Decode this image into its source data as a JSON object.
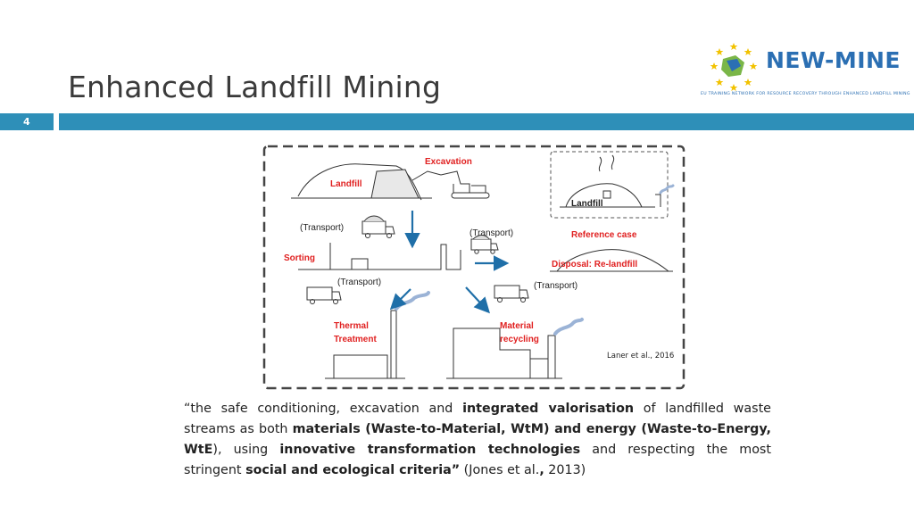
{
  "slide": {
    "title": "Enhanced Landfill Mining",
    "number": "4"
  },
  "logo": {
    "name": "NEW-MINE",
    "tagline": "EU TRAINING NETWORK FOR RESOURCE RECOVERY THROUGH ENHANCED LANDFILL MINING"
  },
  "diagram": {
    "excavation": "Excavation",
    "landfill": "Landfill",
    "transport_1": "(Transport)",
    "transport_2": "(Transport)",
    "sorting": "Sorting",
    "transport_3": "(Transport)",
    "transport_4": "(Transport)",
    "thermal_1": "Thermal",
    "thermal_2": "Treatment",
    "material_1": "Material",
    "material_2": "recycling",
    "reference_landfill": "Landfill",
    "reference_case": "Reference case",
    "disposal": "Disposal: Re-landfill",
    "citation": "Laner et al., 2016"
  },
  "quote": {
    "p1": "“the safe conditioning, excavation and ",
    "b1": "integrated valorisation",
    "p2": " of landfilled waste streams as both ",
    "b2": "materials (Waste-to-Material, WtM) and energy (Waste-to-Energy, WtE",
    "p3": "), using ",
    "b3": "innovative transformation technologies",
    "p4": " and respecting the most stringent ",
    "b4": "social and ecological criteria”",
    "p5": " (Jones et al.",
    "b5": ",",
    "p6": " 2013)"
  },
  "colors": {
    "accent_bar": "#2e8fb8",
    "logo_blue": "#2b6fb3",
    "label_red": "#e02020",
    "arrow_blue": "#1f6fa8"
  }
}
